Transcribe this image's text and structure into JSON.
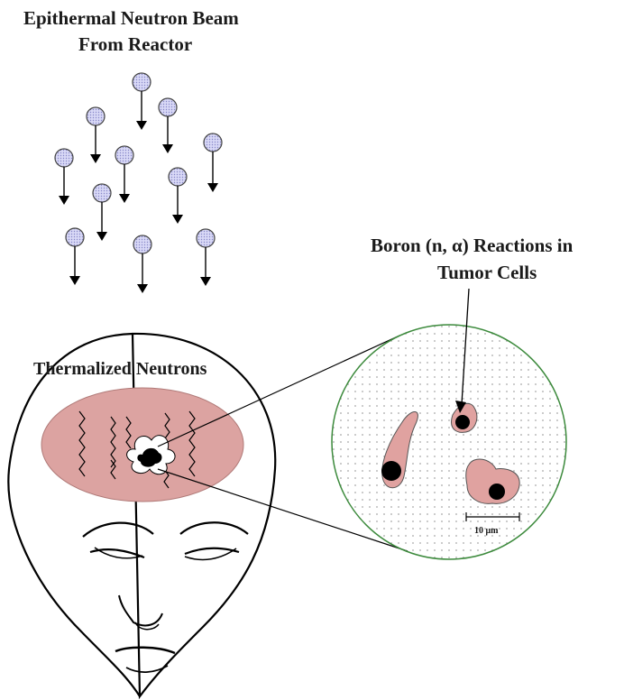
{
  "header": {
    "title_line_1": "Epithermal Neutron Beam",
    "title_line_2": "From Reactor"
  },
  "labels": {
    "thermalized": "Thermalized Neutrons",
    "boron_line_1": "Boron (n,  α) Reactions in",
    "boron_line_2": "Tumor Cells",
    "scale_bar": "10 μm"
  },
  "colors": {
    "neutron_fill": "#c6c6ee",
    "tissue_fill": "#dca3a1",
    "tumor_fill": "#e0a2a0",
    "circle_stroke": "#3c8a3c",
    "ink": "#000000"
  }
}
